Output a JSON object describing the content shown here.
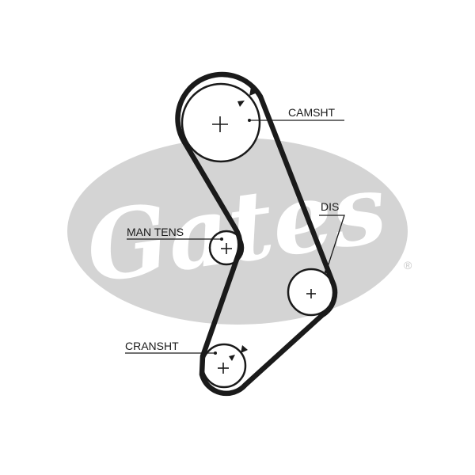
{
  "watermark": {
    "brand": "Gates",
    "registered_mark": "®",
    "color": "#d4d4d4"
  },
  "belt": {
    "color": "#1a1a1a"
  },
  "labels": {
    "camshaft": "CAMSHT",
    "distributor": "DIS",
    "tensioner": "MAN TENS",
    "crankshaft": "CRANSHT"
  },
  "icons": {
    "center_mark": "plus",
    "rotation_direction": "triangle-arrow"
  }
}
